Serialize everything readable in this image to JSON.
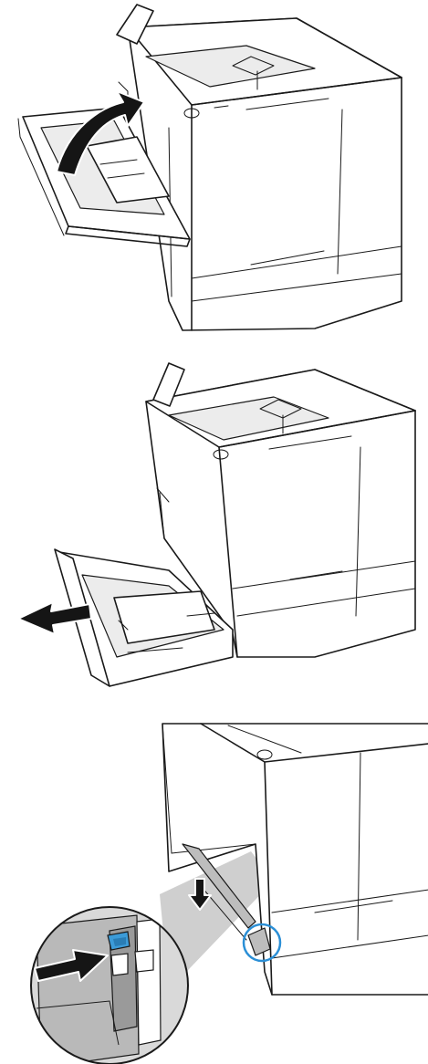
{
  "figure": {
    "steps": [
      {
        "action": "lift-and-close-tray",
        "icon": "curved-arrow-icon"
      },
      {
        "action": "pull-tray-out",
        "icon": "left-arrow-icon"
      },
      {
        "action": "press-release-lever",
        "icon": "right-arrow-icon"
      }
    ],
    "colors": {
      "line": "#1a1a1a",
      "callout_circle": "#2b8fd6",
      "release_lever": "#3c9bd8",
      "callout_shadow": "#cfcfcf",
      "arrow": "#151515"
    }
  }
}
